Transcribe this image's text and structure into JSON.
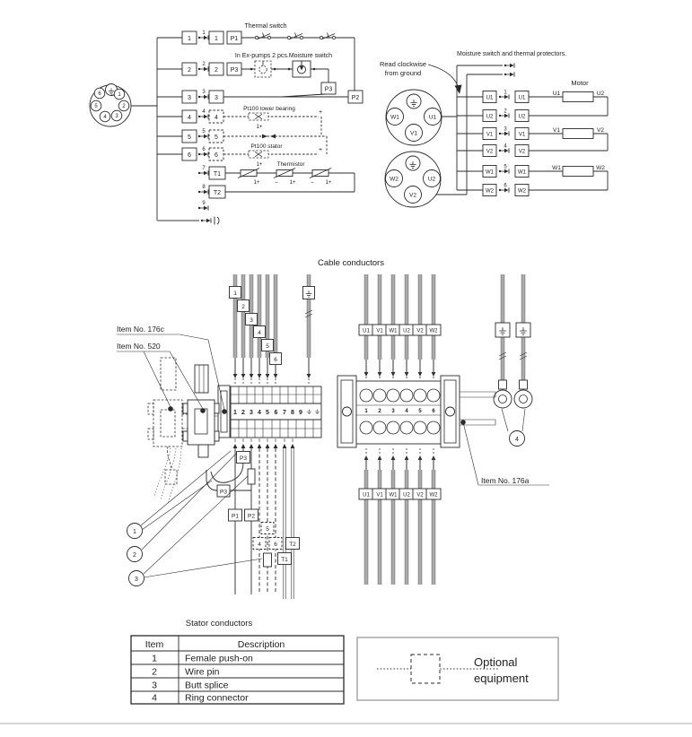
{
  "page": {
    "background": "#ffffff",
    "line_color": "#2a2a2a",
    "cable_color": "#ababab"
  },
  "top_left_circuit": {
    "thermal_switch_label": "Thermal switch",
    "moisture_switch_label": "In Ex-pumps 2 pcs.Moisture switch",
    "pt100_lower_label": "Pt100 lower bearing",
    "pt100_stator_label": "Pt100 stator",
    "thermistor_label": "Thermistor",
    "plug_pin_numbers": [
      "1",
      "2",
      "3",
      "4",
      "5",
      "6"
    ],
    "row_numbers": [
      "1",
      "2",
      "3",
      "4",
      "5",
      "6",
      "7",
      "8",
      "9"
    ],
    "p1": "P1",
    "p2": "P2",
    "p3": "P3",
    "t1": "T1",
    "t2": "T2",
    "one_plus": "1+",
    "plus": "+",
    "minus": "–"
  },
  "top_right_circuit": {
    "read_clockwise_line1": "Read clockwise",
    "read_clockwise_line2": "from ground",
    "protectors_label": "Moisture switch and thermal protectors.",
    "motor_label": "Motor",
    "plug1": {
      "w": "W1",
      "u": "U1",
      "v": "V1"
    },
    "plug2": {
      "w": "W2",
      "u": "U2",
      "v": "V2"
    },
    "rows": [
      {
        "lead": "U1",
        "num": "1"
      },
      {
        "lead": "U2",
        "num": "2"
      },
      {
        "lead": "V1",
        "num": "3"
      },
      {
        "lead": "V2",
        "num": "4"
      },
      {
        "lead": "W1",
        "num": "5"
      },
      {
        "lead": "W2",
        "num": "6"
      }
    ]
  },
  "middle": {
    "title": "Cable conductors",
    "item_176c": "Item No. 176c",
    "item_520": "Item No. 520",
    "item_176a": "Item No. 176a",
    "cable_numbers": [
      "1",
      "2",
      "3",
      "4",
      "5",
      "6"
    ],
    "terminal_numbers": [
      "1",
      "2",
      "3",
      "4",
      "5",
      "6",
      "7",
      "8",
      "9"
    ],
    "block2_numbers": [
      "1",
      "2",
      "3",
      "4",
      "5",
      "6"
    ],
    "lead_labels": [
      "U1",
      "V1",
      "W1",
      "U2",
      "V2",
      "W2"
    ],
    "wire_tags": {
      "p1": "P1",
      "p2": "P2",
      "p3": "P3",
      "t1": "T1",
      "t2": "T2",
      "n4": "4",
      "n5": "5",
      "n6": "6"
    },
    "callouts": [
      "1",
      "2",
      "3",
      "4"
    ]
  },
  "bottom": {
    "stator_conductors_title": "Stator conductors",
    "table": {
      "headers": [
        "Item",
        "Description"
      ],
      "rows": [
        {
          "item": "1",
          "desc": "Female push-on"
        },
        {
          "item": "2",
          "desc": "Wire pin"
        },
        {
          "item": "3",
          "desc": "Butt splice"
        },
        {
          "item": "4",
          "desc": "Ring connector"
        }
      ]
    },
    "optional_label_line1": "Optional",
    "optional_label_line2": "equipment"
  }
}
